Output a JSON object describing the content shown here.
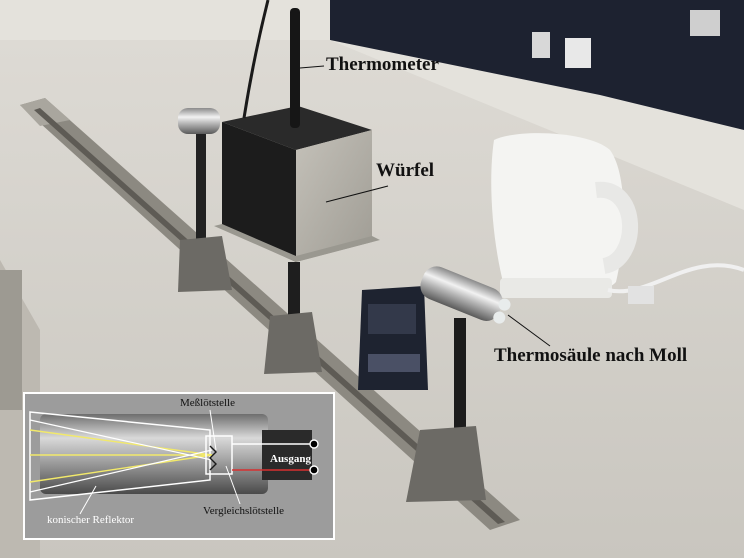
{
  "labels": {
    "thermometer": "Thermometer",
    "wurfel": "Würfel",
    "thermosaule": "Thermosäule nach Moll"
  },
  "inset": {
    "messlotstelle": "Meßlötstelle",
    "ausgang": "Ausgang",
    "vergleichslotstelle": "Vergleichslötstelle",
    "reflektor": "konischer Reflektor"
  },
  "colors": {
    "table": "#d6d3ce",
    "wall": "#e6e4df",
    "cube_top": "#2b2b2b",
    "cube_front": "#b8b5ad",
    "rail": "#8e8b83",
    "chrome": "#c9c9c9",
    "inset_bg": "#9a9a9a",
    "ray_yellow": "#f2e96a"
  }
}
